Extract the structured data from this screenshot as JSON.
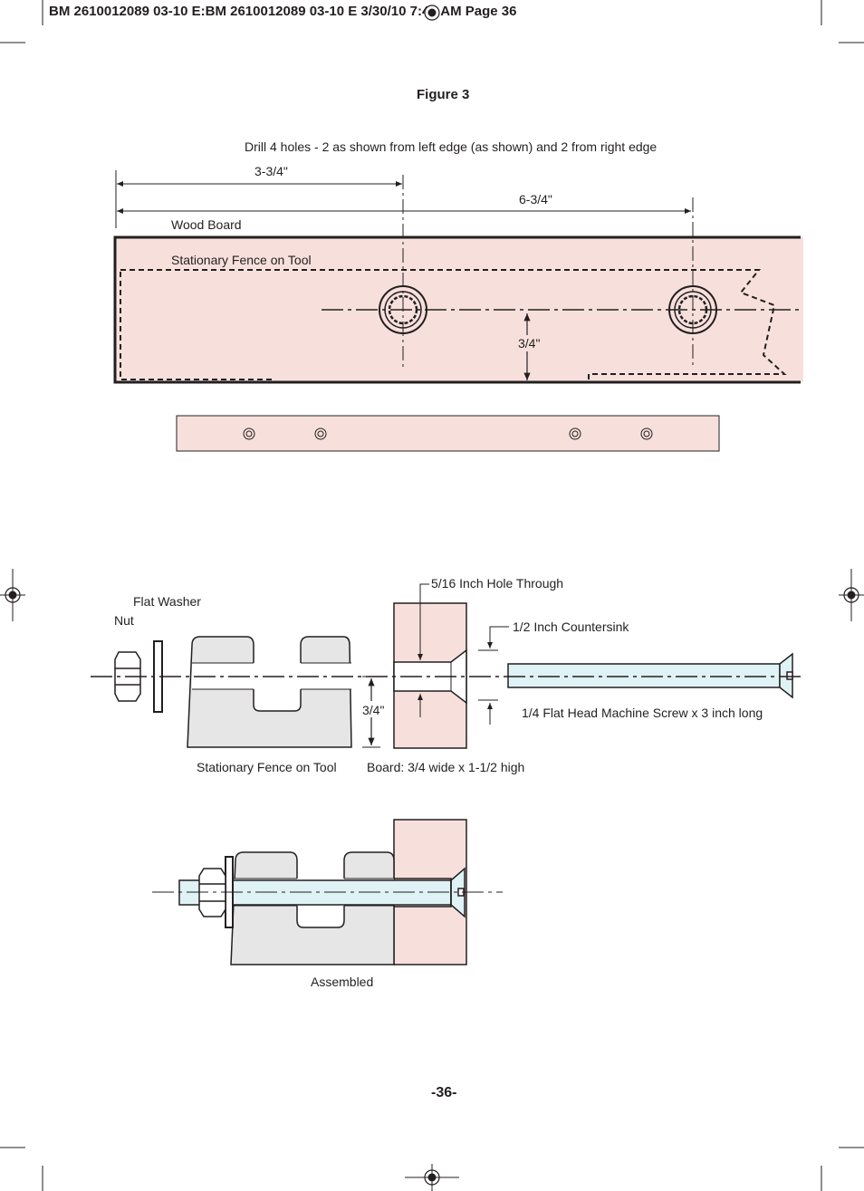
{
  "header": {
    "slug": "BM 2610012089 03-10 E:BM 2610012089 03-10 E  3/30/10  7:42 AM  Page 36"
  },
  "figure": {
    "title": "Figure 3",
    "instruction": "Drill 4 holes - 2 as shown from left edge (as shown) and 2 from right edge"
  },
  "top_view": {
    "dim_first_hole": "3-3/4\"",
    "dim_second_hole": "6-3/4\"",
    "label_wood_board": "Wood Board",
    "label_fence": "Stationary Fence on Tool",
    "dim_height": "3/4\""
  },
  "exploded_view": {
    "label_washer": "Flat Washer",
    "label_nut": "Nut",
    "label_hole": "5/16 Inch Hole Through",
    "label_countersink": "1/2 Inch Countersink",
    "dim_height": "3/4\"",
    "label_screw": "1/4 Flat Head Machine Screw x 3 inch long",
    "label_fence": "Stationary Fence on Tool",
    "label_board": "Board: 3/4 wide x 1-1/2 high"
  },
  "assembled_view": {
    "label": "Assembled"
  },
  "footer": {
    "page_number": "-36-"
  },
  "colors": {
    "board_fill": "#f7e0dc",
    "metal_fill": "#e6e6e6",
    "screw_fill": "#dff2f5",
    "ink": "#231f20"
  }
}
